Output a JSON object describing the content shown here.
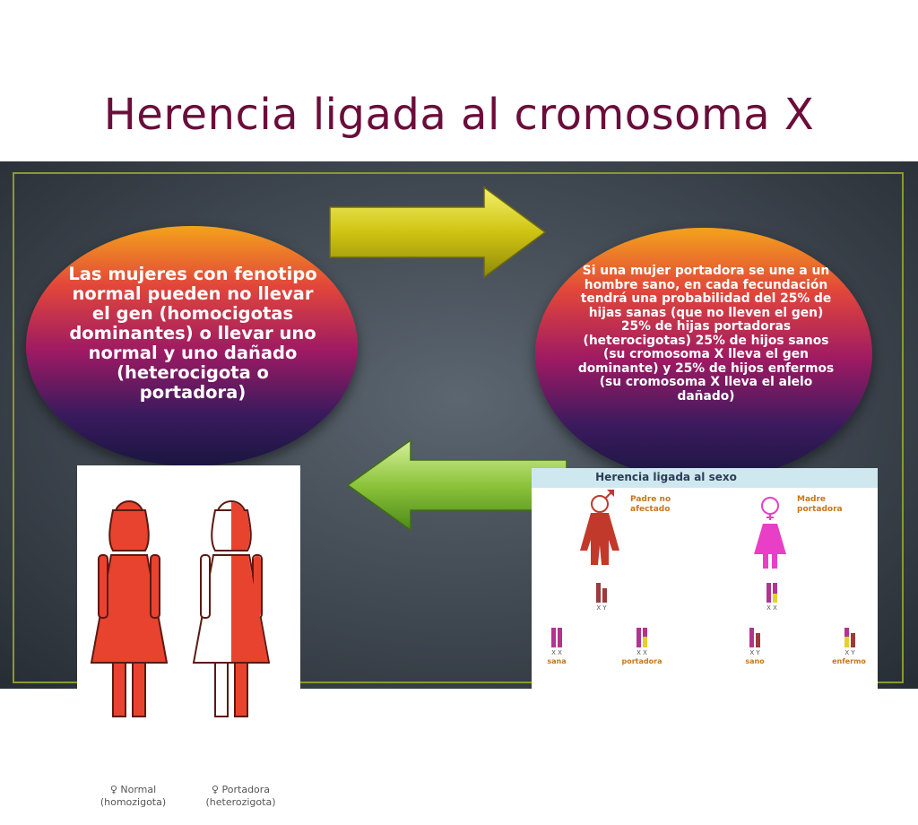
{
  "title": "Herencia ligada al cromosoma X",
  "left_oval_text": "Las mujeres con fenotipo normal pueden no llevar el gen (homocigotas dominantes) o llevar uno normal y uno dañado (heterocigota o portadora)",
  "right_oval_text": "Si una mujer portadora se une a un hombre sano, en cada fecundación tendrá una probabilidad del 25% de hijas sanas (que no lleven el gen) 25% de hijas portadoras (heterocigotas) 25% de hijos sanos (su cromosoma X lleva el gen dominante) y 25% de hijos enfermos (su cromosoma X lleva el alelo dañado)",
  "left_figure": {
    "labels": [
      {
        "symbol": "♀",
        "line1": "Normal",
        "line2": "(homozigota)"
      },
      {
        "symbol": "♀",
        "line1": "Portadora",
        "line2": "(heterozigota)"
      }
    ],
    "colors": {
      "red": "#e8432e",
      "outline": "#5a1a12"
    }
  },
  "right_figure": {
    "header": "Herencia ligada al sexo",
    "father_label": [
      "Padre no",
      "afectado"
    ],
    "mother_label": [
      "Madre",
      "portadora"
    ],
    "father_chromosomes": "X Y",
    "mother_chromosomes": "X X",
    "offspring": [
      {
        "chrom": "X X",
        "label": "sana"
      },
      {
        "chrom": "X X",
        "label": "portadora"
      },
      {
        "chrom": "X Y",
        "label": "sano"
      },
      {
        "chrom": "X Y",
        "label": "enfermo"
      }
    ],
    "colors": {
      "father": "#c0392b",
      "mother": "#e83fc6",
      "header_bg": "#cfe8f0",
      "label": "#c8761a",
      "magenta": "#b3348f",
      "yellow": "#e6d02a",
      "brown": "#9b3b3b"
    }
  }
}
